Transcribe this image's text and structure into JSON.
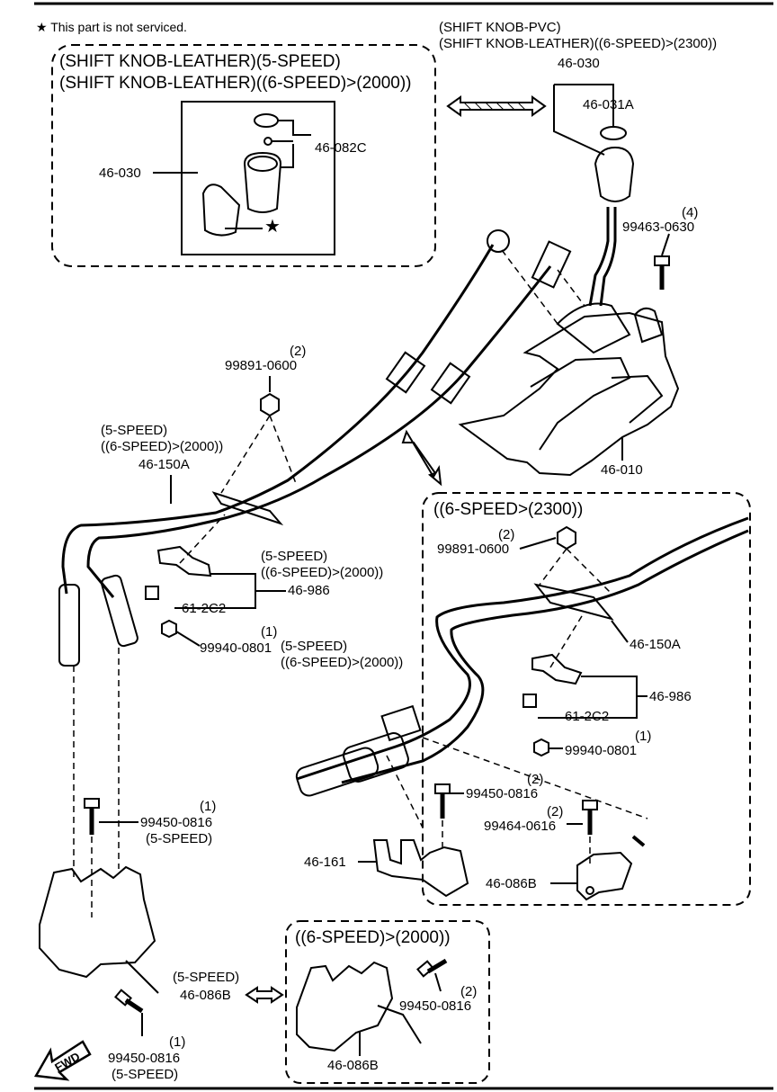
{
  "note": {
    "star": "★",
    "text": "This part is not serviced."
  },
  "groups": {
    "leather_5speed": {
      "line1": "(SHIFT KNOB-LEATHER)(5-SPEED)",
      "line2": "(SHIFT KNOB-LEATHER)((6-SPEED)>(2000))"
    },
    "pvc": {
      "line1": "(SHIFT KNOB-PVC)",
      "line2": "(SHIFT KNOB-LEATHER)((6-SPEED)>(2300))"
    },
    "six_speed_2300": {
      "title": "((6-SPEED>(2300))"
    },
    "six_speed_2000": {
      "title": "((6-SPEED)>(2000))"
    }
  },
  "labels": {
    "k030_left": "46-030",
    "k082c": "46-082C",
    "star": "★",
    "k030_right": "46-030",
    "k031a": "46-031A",
    "bolt_qty4": "(4)",
    "bolt_0630": "99463-0630",
    "nut_qty2": "(2)",
    "nut_0600": "99891-0600",
    "cable_5speed": "(5-SPEED)",
    "cable_6speed": "((6-SPEED)>(2000))",
    "cable_150a": "46-150A",
    "lever_010": "46-010",
    "clip_5speed": "(5-SPEED)",
    "clip_6speed": "((6-SPEED)>(2000))",
    "clip_986": "46-986",
    "clip_2c2": "61-2C2",
    "nut_qty1": "(1)",
    "nut_0801": "99940-0801",
    "nut_5speed": "(5-SPEED)",
    "nut_6speed": "((6-SPEED)>(2000))",
    "r_nut_qty2": "(2)",
    "r_nut_0600": "99891-0600",
    "r_cable_150a": "46-150A",
    "r_clip_986": "46-986",
    "r_clip_2c2": "61-2C2",
    "r_nut_qty1": "(1)",
    "r_nut_0801": "99940-0801",
    "r_bolt_qty2a": "(2)",
    "r_bolt_0816": "99450-0816",
    "r_bolt_qty2b": "(2)",
    "r_bolt_0616": "99464-0616",
    "r_bracket_161": "46-161",
    "r_bracket_086b": "46-086B",
    "l_bolt_qty1": "(1)",
    "l_bolt_0816": "99450-0816",
    "l_bolt_5speed": "(5-SPEED)",
    "l_bracket_5speed": "(5-SPEED)",
    "l_bracket_086b": "46-086B",
    "b_bolt_qty1": "(1)",
    "b_bolt_0816": "99450-0816",
    "b_bolt_5speed": "(5-SPEED)",
    "bb_bolt_qty2": "(2)",
    "bb_bolt_0816": "99450-0816",
    "bb_bracket_086b": "46-086B",
    "fwd": "FWD"
  }
}
